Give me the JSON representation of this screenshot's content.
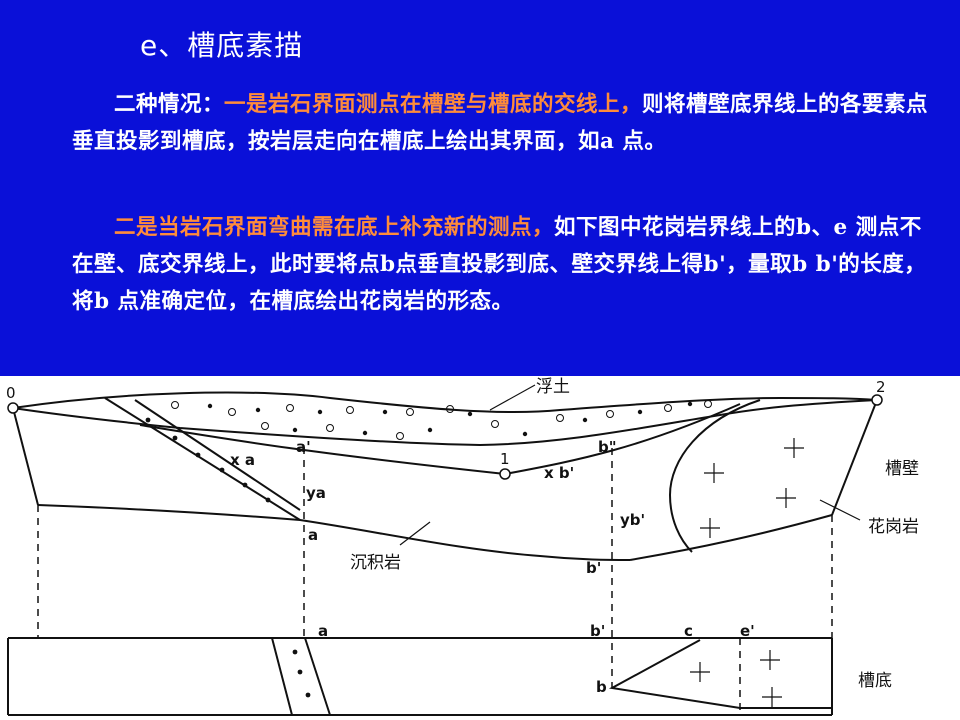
{
  "header": {
    "title": "e、槽底素描",
    "paragraph1": {
      "lead": "二种情况：",
      "highlight": "一是岩石界面测点在槽壁与槽底的交线上，",
      "rest": "则将槽壁底界线上的各要素点垂直投影到槽底，按岩层走向在槽底上绘出其界面，如a 点。"
    },
    "paragraph2": {
      "highlight": "二是当岩石界面弯曲需在底上补充新的测点，",
      "rest": "如下图中花岗岩界线上的b、e 测点不在壁、底交界线上，此时要将点b点垂直投影到底、壁交界线上得b'，量取b b'的长度，将b 点准确定位，在槽底绘出花岗岩的形态。"
    }
  },
  "diagram": {
    "labels": {
      "point_0": "0",
      "point_1": "1",
      "point_2": "2",
      "fill_soil": "浮土",
      "wall": "槽壁",
      "granite": "花岗岩",
      "sedimentary": "沉积岩",
      "bottom": "槽底",
      "xa": "x a",
      "a_prime": "a'",
      "ya": "ya",
      "a_wall": "a",
      "a_bottom": "a",
      "b_double_prime": "b\"",
      "xb_prime": "x b'",
      "yb_prime": "yb'",
      "b_prime_wall": "b'",
      "b_prime_line": "b'",
      "b_bottom": "b",
      "c": "c",
      "e_prime": "e'"
    }
  },
  "colors": {
    "header_bg": "#0a10d8",
    "text": "#ffffff",
    "highlight": "#ff8c3a",
    "line": "#111111"
  }
}
